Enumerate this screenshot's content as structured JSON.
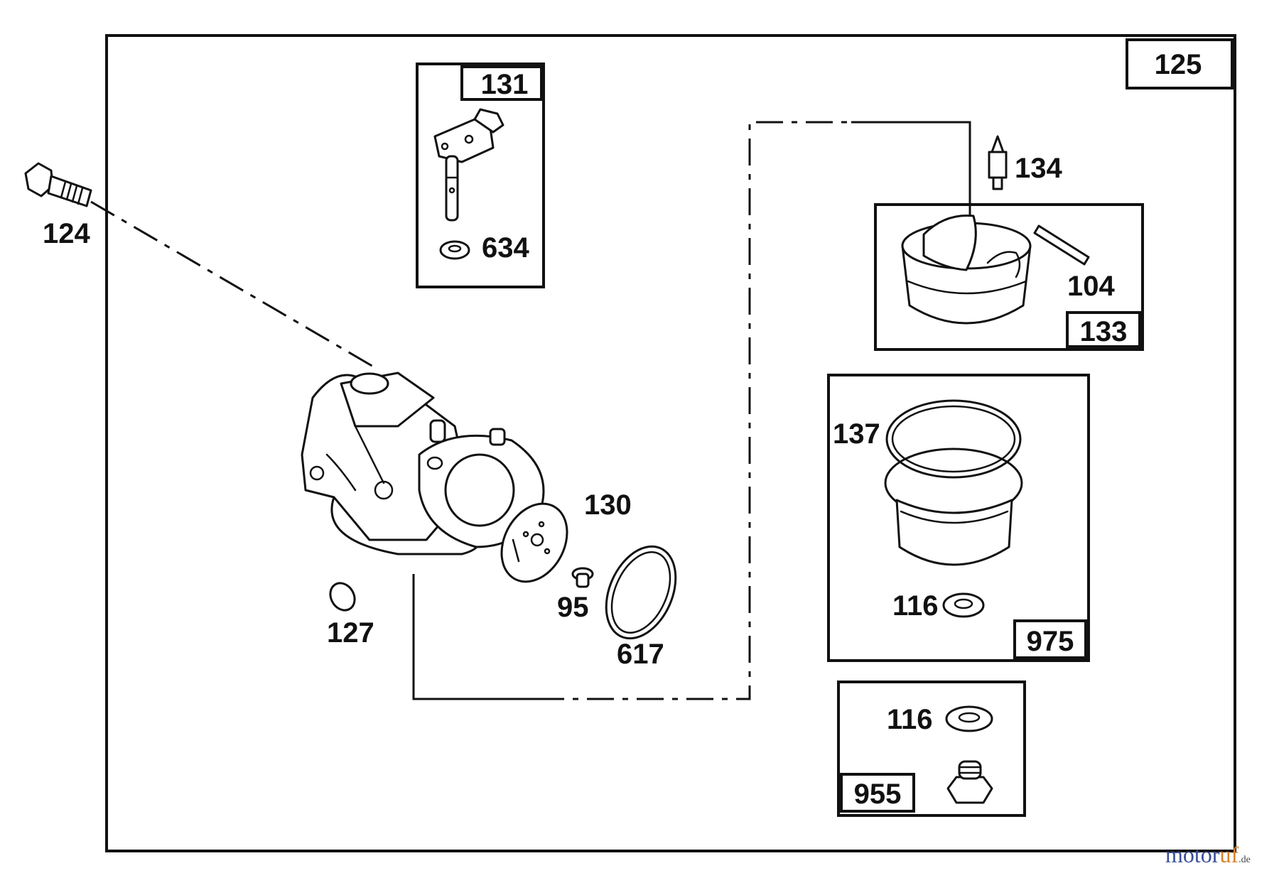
{
  "assembly": {
    "number": "125"
  },
  "callouts": {
    "p124": "124",
    "p131": "131",
    "p634": "634",
    "p134": "134",
    "p104": "104",
    "p133": "133",
    "p137": "137",
    "p116a": "116",
    "p975": "975",
    "p130": "130",
    "p95": "95",
    "p617": "617",
    "p127": "127",
    "p116b": "116",
    "p955": "955"
  },
  "watermark": {
    "part1": "motor",
    "part2": "uf",
    "suffix": ".de"
  },
  "colors": {
    "line": "#111111",
    "background": "#ffffff",
    "watermark_blue": "#3a4f9a",
    "watermark_orange": "#d9822b"
  }
}
